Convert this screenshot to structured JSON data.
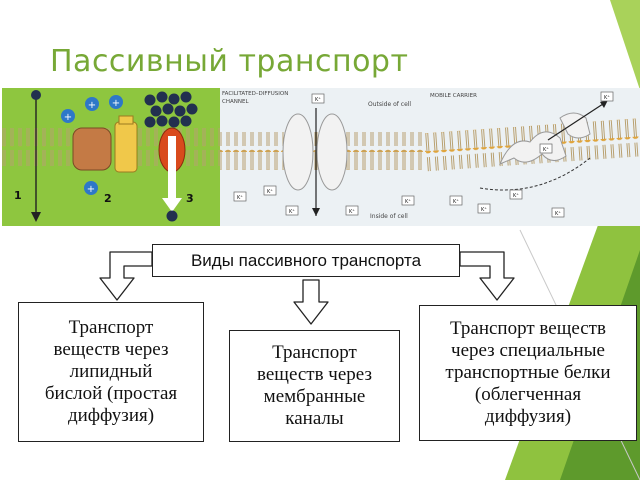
{
  "slide": {
    "title": "Пассивный транспорт",
    "accent_color": "#77a836"
  },
  "figure": {
    "left_panel": {
      "labels": [
        "1",
        "2",
        "3"
      ],
      "ion_sign": "+"
    },
    "middle_panel": {
      "title_line1": "FACILITATED–DIFFUSION",
      "title_line2": "CHANNEL",
      "outside_label": "Outside of cell",
      "inside_label": "Inside of cell",
      "ion_label": "K⁺"
    },
    "right_panel": {
      "title": "MOBILE CARRIER",
      "ion_label": "K⁺"
    }
  },
  "diagram": {
    "header": "Виды пассивного транспорта",
    "items": [
      {
        "lines": [
          "Транспорт",
          "веществ через",
          "липидный",
          "бислой (простая",
          "диффузия)"
        ]
      },
      {
        "lines": [
          "Транспорт",
          "веществ через",
          "мембранные",
          "каналы"
        ]
      },
      {
        "lines": [
          "Транспорт веществ",
          "через специальные",
          "транспортные белки",
          "(облегченная",
          "диффузия)"
        ]
      }
    ]
  }
}
